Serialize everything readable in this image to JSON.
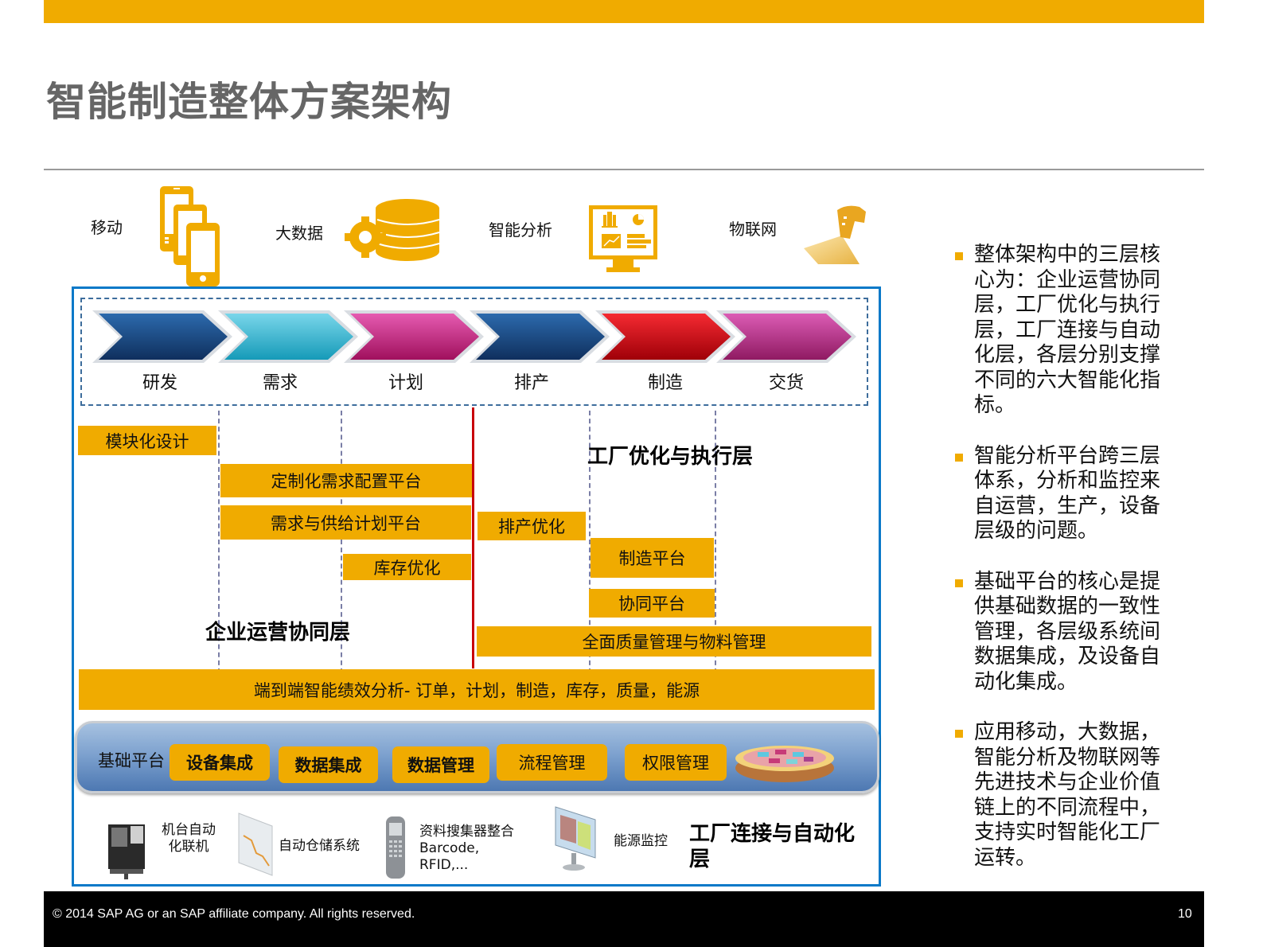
{
  "slide": {
    "title": "智能制造整体方案架构",
    "accent_color": "#f0ab00",
    "frame_color": "#0a79c8"
  },
  "tech": [
    {
      "label": "移动",
      "icon": "mobile-devices-icon"
    },
    {
      "label": "大数据",
      "icon": "database-gear-icon"
    },
    {
      "label": "智能分析",
      "icon": "analytics-monitor-icon"
    },
    {
      "label": "物联网",
      "icon": "barcode-scanner-icon"
    }
  ],
  "value_chain": [
    {
      "label": "研发",
      "color": "#1a4a86"
    },
    {
      "label": "需求",
      "color": "#2bb6d3"
    },
    {
      "label": "计划",
      "color": "#c8287f"
    },
    {
      "label": "排产",
      "color": "#1a4a86"
    },
    {
      "label": "制造",
      "color": "#d4000e"
    },
    {
      "label": "交货",
      "color": "#c02f8c"
    }
  ],
  "enterprise_layer": {
    "title": "企业运营协同层",
    "items": [
      "模块化设计",
      "定制化需求配置平台",
      "需求与供给计划平台",
      "库存优化"
    ]
  },
  "factory_layer": {
    "title": "工厂优化与执行层",
    "items": [
      "排产优化",
      "制造平台",
      "协同平台",
      "全面质量管理与物料管理"
    ]
  },
  "analytics_bar": "端到端智能绩效分析- 订单，计划，制造，库存，质量，能源",
  "base_platform": {
    "label": "基础平台",
    "items": [
      "设备集成",
      "数据集成",
      "数据管理",
      "流程管理",
      "权限管理"
    ]
  },
  "automation_layer": {
    "title": "工厂连接与自动化层",
    "devices": [
      {
        "label_line1": "机台自动",
        "label_line2": "化联机"
      },
      {
        "label_line1": "自动仓储系统"
      },
      {
        "label_line1": "资料搜集器整合",
        "label_line2": "Barcode,",
        "label_line3": "RFID,..."
      },
      {
        "label_line1": "能源监控"
      }
    ]
  },
  "bullets": [
    "整体架构中的三层核心为：企业运营协同层，工厂优化与执行层，工厂连接与自动化层，各层分别支撑不同的六大智能化指标。",
    "智能分析平台跨三层体系，分析和监控来自运营，生产，设备层级的问题。",
    "基础平台的核心是提供基础数据的一致性管理，各层级系统间数据集成，及设备自动化集成。",
    "应用移动，大数据，智能分析及物联网等先进技术与企业价值链上的不同流程中，支持实时智能化工厂运转。"
  ],
  "footer": {
    "copyright": "©  2014 SAP AG or an SAP affiliate company. All rights reserved.",
    "page_number": "10"
  }
}
